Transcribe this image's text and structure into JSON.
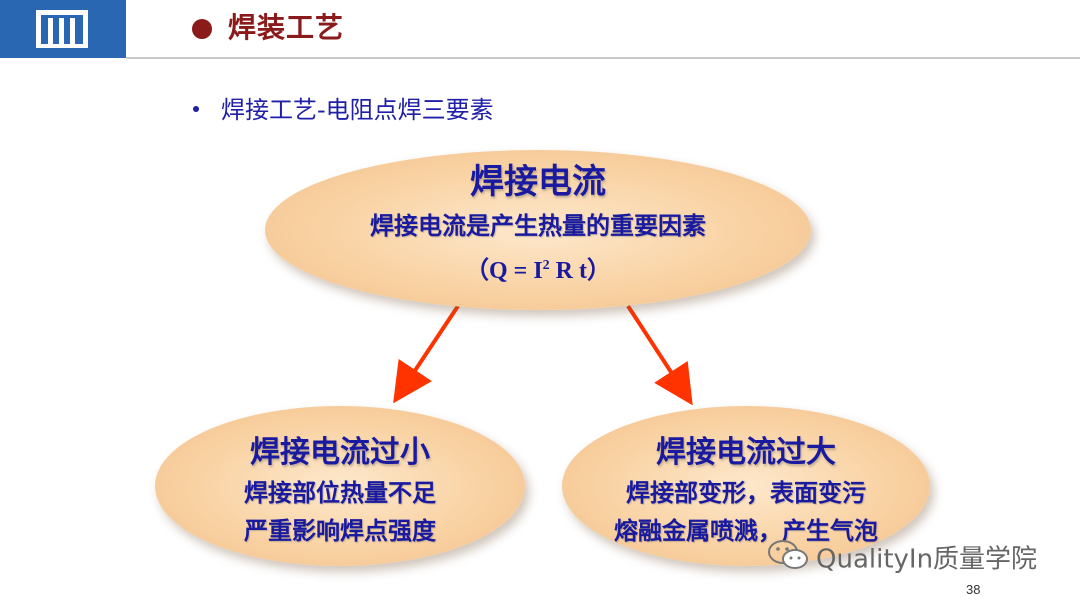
{
  "header": {
    "title": "焊装工艺"
  },
  "bullet": {
    "text": "焊接工艺-电阻点焊三要素"
  },
  "top_node": {
    "title": "焊接电流",
    "line1": "焊接电流是产生热量的重要因素",
    "formula_open": "（Q = I",
    "formula_sup": "2",
    "formula_close": " R t）"
  },
  "left_node": {
    "title": "焊接电流过小",
    "line1": "焊接部位热量不足",
    "line2": "严重影响焊点强度"
  },
  "right_node": {
    "title": "焊接电流过大",
    "line1": "焊接部变形，表面变污",
    "line2": "熔融金属喷溅，产生气泡"
  },
  "watermark": {
    "text": "QualityIn质量学院"
  },
  "page_number": "38",
  "colors": {
    "brand_blue": "#2a67b3",
    "title_red": "#8b1a1a",
    "text_blue": "#1a1aa0",
    "arrow": "#ff3300",
    "ellipse_fill": "#f9d2a3"
  }
}
